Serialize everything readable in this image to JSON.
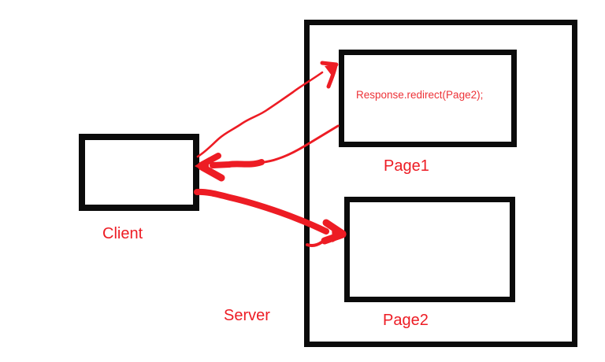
{
  "diagram": {
    "background_color": "#ffffff",
    "box_border_color": "#0b0b0b",
    "accent_color": "#ed1c24",
    "nodes": {
      "client": {
        "label": "Client"
      },
      "server": {
        "label": "Server"
      },
      "page1": {
        "label": "Page1",
        "code": "Response.redirect(Page2);"
      },
      "page2": {
        "label": "Page2"
      }
    },
    "arrows": [
      {
        "name": "client-request-to-page1",
        "from": "Client",
        "to": "Page1",
        "style": "thin"
      },
      {
        "name": "page1-response-to-client",
        "from": "Page1",
        "to": "Client",
        "style": "medium"
      },
      {
        "name": "client-redirected-request-to-page2",
        "from": "Client",
        "to": "Page2",
        "style": "thick"
      }
    ]
  }
}
